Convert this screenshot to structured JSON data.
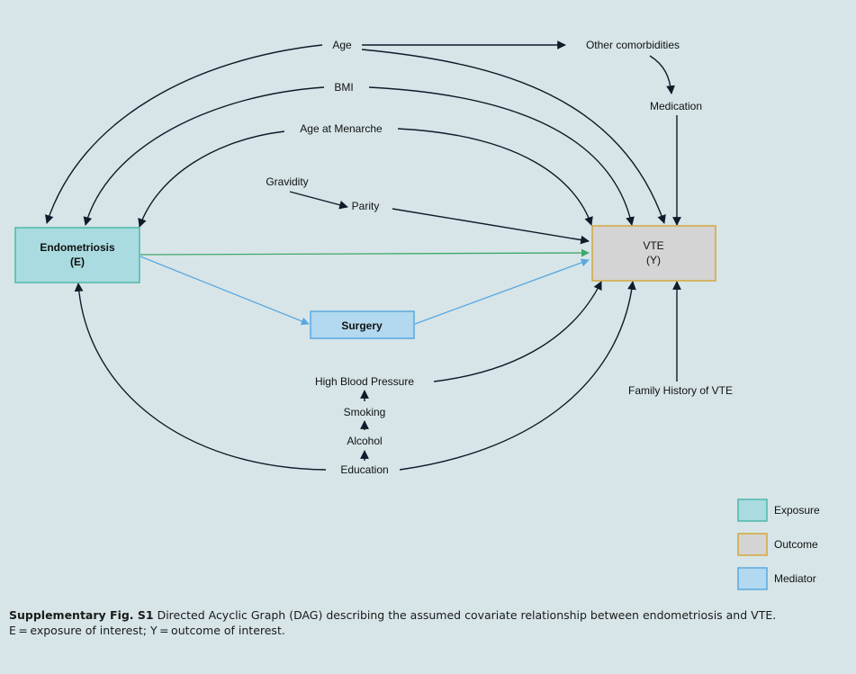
{
  "colors": {
    "background": "#d7e5e8",
    "exposure_fill": "#a9dbe0",
    "exposure_stroke": "#4fb8a8",
    "outcome_fill": "#d4d4d4",
    "outcome_stroke": "#d4a63b",
    "mediator_fill": "#b2d9ef",
    "mediator_stroke": "#5aa8e0",
    "arrow_dark": "#0d1b2a",
    "arrow_green": "#3fa86a",
    "arrow_blue": "#5aa8e0"
  },
  "nodes": {
    "endometriosis": {
      "line1": "Endometriosis",
      "line2": "(E)"
    },
    "vte": {
      "line1": "VTE",
      "line2": "(Y)"
    },
    "surgery": "Surgery",
    "age": "Age",
    "bmi": "BMI",
    "age_at_menarche": "Age at Menarche",
    "gravidity": "Gravidity",
    "parity": "Parity",
    "other_comorbidities": "Other comorbidities",
    "medication": "Medication",
    "high_blood_pressure": "High Blood Pressure",
    "smoking": "Smoking",
    "alcohol": "Alcohol",
    "education": "Education",
    "family_history": "Family History of VTE"
  },
  "legend": {
    "exposure": "Exposure",
    "outcome": "Outcome",
    "mediator": "Mediator"
  },
  "caption": {
    "label": "Supplementary Fig. S1",
    "text": " Directed Acyclic Graph (DAG) describing the assumed covariate relationship between endometriosis and VTE.",
    "line2": "E = exposure of interest; Y = outcome of interest."
  }
}
